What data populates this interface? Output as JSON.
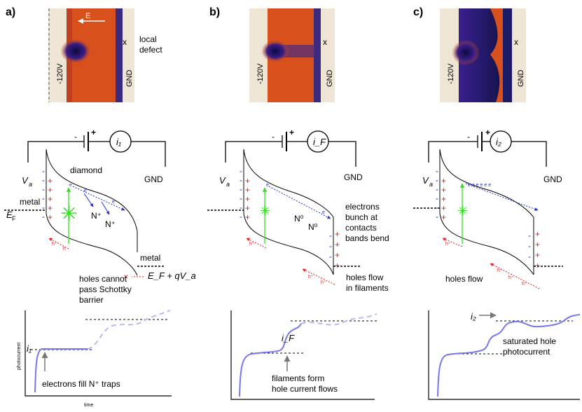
{
  "panels": [
    {
      "label": "a)",
      "image": {
        "voltage": "-120V",
        "ground": "GND",
        "x_mark": "x",
        "field": "E",
        "note_lines": [
          "local",
          "defect"
        ]
      },
      "circuit": {
        "minus": "-",
        "plus": "+",
        "current": "i₁",
        "va": "V",
        "va_sub": "a",
        "gnd": "GND"
      },
      "band": {
        "material": "diamond",
        "left_metal": "metal",
        "right_metal": "metal",
        "ef": "E",
        "ef_sub": "F",
        "right_level_lines": [
          "E_F + qV_a"
        ],
        "traps": [
          "N⁺",
          "N⁺"
        ],
        "annotation_lines": [
          "holes cannot",
          "pass Schottky",
          "barrier"
        ]
      },
      "graph": {
        "ylabel": "photocurrent",
        "xlabel": "time",
        "current_label": "i₁",
        "caption_lines": [
          "electrons fill N⁺ traps"
        ]
      }
    },
    {
      "label": "b)",
      "image": {
        "voltage": "-120V",
        "ground": "GND",
        "x_mark": "x"
      },
      "circuit": {
        "minus": "-",
        "plus": "+",
        "current": "i_F",
        "va": "V",
        "va_sub": "a",
        "gnd": "GND"
      },
      "band": {
        "traps": [
          "N⁰",
          "N⁰"
        ],
        "annotation_top_lines": [
          "electrons",
          "bunch at",
          "contacts",
          "bands bend"
        ],
        "annotation_bottom_lines": [
          "holes flow",
          "in filaments"
        ]
      },
      "graph": {
        "current_label": "i_F",
        "caption_lines": [
          "filaments form",
          "hole current flows"
        ]
      }
    },
    {
      "label": "c)",
      "image": {
        "voltage": "-120V",
        "ground": "GND",
        "x_mark": "x"
      },
      "circuit": {
        "minus": "-",
        "plus": "+",
        "current": "i₂",
        "va": "V",
        "va_sub": "a",
        "gnd": "GND"
      },
      "band": {
        "annotation_lines": [
          "holes flow"
        ]
      },
      "graph": {
        "current_label": "i₂",
        "caption_lines": [
          "saturated hole",
          "photocurrent"
        ]
      }
    }
  ],
  "colors": {
    "electron": "#2233cc",
    "hole": "#dd2222",
    "excitation": "#33dd22",
    "curve": "#7777ee",
    "curve_dashed": "#b8b8ee",
    "image_bg": "#d8501c",
    "contact": "#efe5d5",
    "depletion": "#1d1a6a"
  }
}
